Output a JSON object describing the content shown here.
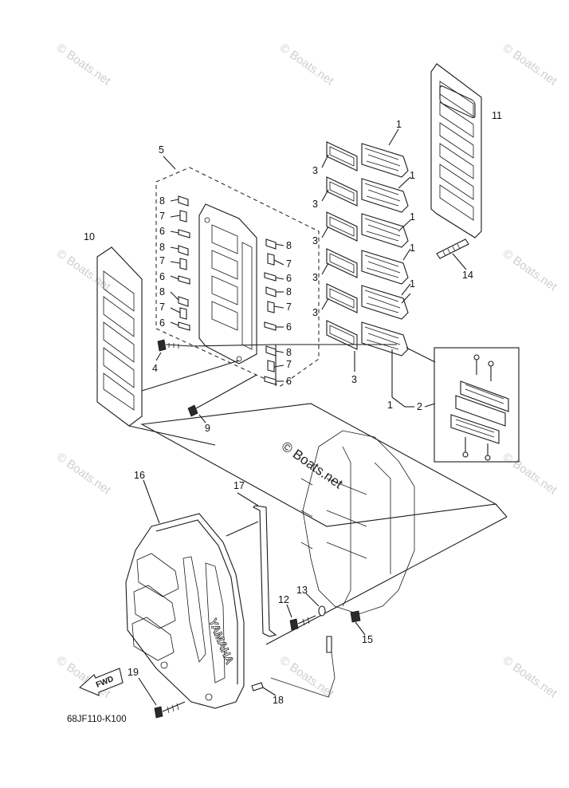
{
  "diagram_code": "68JF110-K100",
  "watermark": "© Boats.net",
  "brand_text": "YAMAHA",
  "fwd_label": "FWD",
  "callouts": {
    "c1": "1",
    "c2": "2",
    "c3": "3",
    "c4": "4",
    "c5": "5",
    "c6": "6",
    "c7": "7",
    "c8": "8",
    "c9": "9",
    "c10": "10",
    "c11": "11",
    "c12": "12",
    "c13": "13",
    "c14": "14",
    "c15": "15",
    "c16": "16",
    "c17": "17",
    "c18": "18",
    "c19": "19"
  }
}
